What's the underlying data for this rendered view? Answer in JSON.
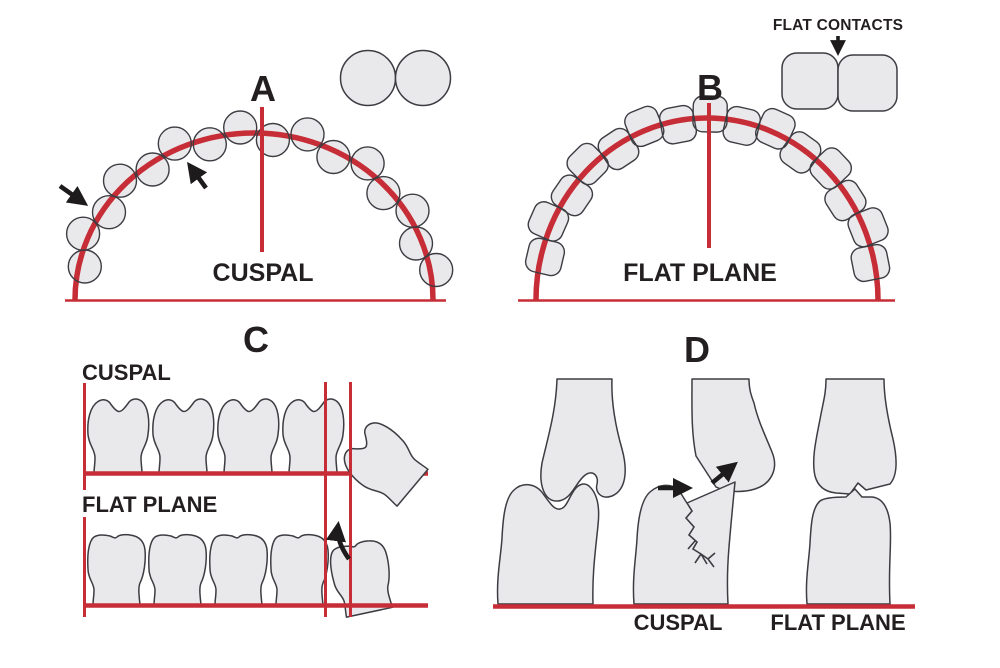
{
  "figure": {
    "panels": {
      "a": {
        "letter": "A",
        "label": "CUSPAL"
      },
      "b": {
        "letter": "B",
        "label": "FLAT PLANE",
        "callout": "FLAT CONTACTS"
      },
      "c": {
        "letter": "C",
        "top_label": "CUSPAL",
        "bottom_label": "FLAT PLANE"
      },
      "d": {
        "letter": "D",
        "left_label": "CUSPAL",
        "right_label": "FLAT PLANE"
      }
    },
    "colors": {
      "line_red": "#C62D36",
      "tooth_fill": "#E9E9EB",
      "ink": "#231F20"
    }
  }
}
